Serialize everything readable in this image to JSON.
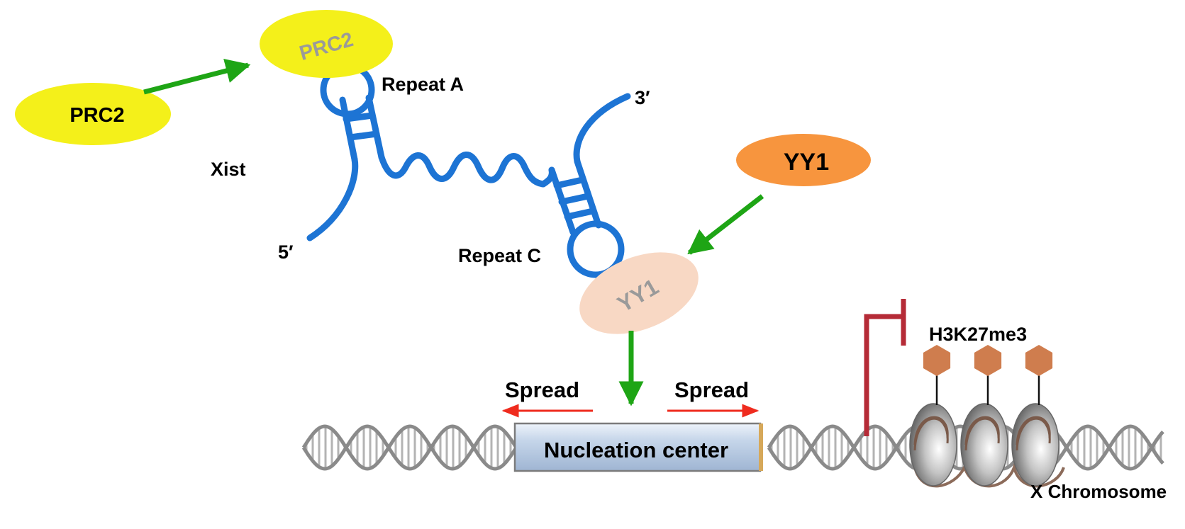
{
  "diagram": {
    "prc2_free_label": "PRC2",
    "prc2_bound_label": "PRC2",
    "xist_label": "Xist",
    "repeat_a_label": "Repeat A",
    "repeat_c_label": "Repeat C",
    "five_prime_label": "5′",
    "three_prime_label": "3′",
    "yy1_free_label": "YY1",
    "yy1_bound_label": "YY1",
    "spread_left_label": "Spread",
    "spread_right_label": "Spread",
    "nucleation_label": "Nucleation center",
    "h3k27me3_label": "H3K27me3",
    "chromosome_label": "X Chromosome"
  },
  "colors": {
    "prc2": "#f4f01a",
    "yy1_free": "#f7953e",
    "yy1_bound": "#f8d8c4",
    "rna": "#1d74d4",
    "arrow_green": "#1ea515",
    "arrow_red": "#ef2b1e",
    "inhibit": "#b52b37",
    "dna": "#8a8a8a",
    "hexagon": "#cf7d4e",
    "nucleation_fill": "#b9cbe3"
  }
}
